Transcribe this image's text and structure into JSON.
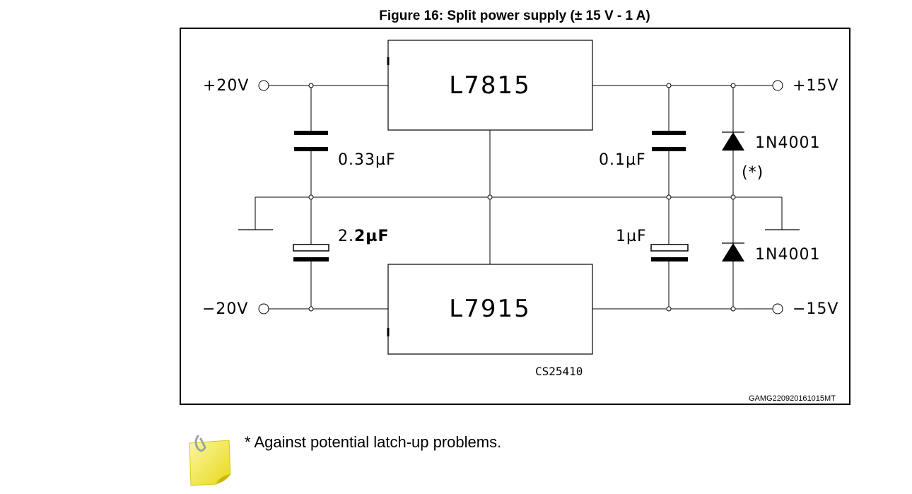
{
  "figure": {
    "title": "Figure 16: Split power supply (± 15 V - 1 A)"
  },
  "circuit": {
    "regulator_top": "L7815",
    "regulator_bottom": "L7915",
    "terminal_in_pos": "+20V",
    "terminal_in_neg": "−20V",
    "terminal_out_pos": "+15V",
    "terminal_out_neg": "−15V",
    "cap_in_top": "0.33µF",
    "cap_in_bottom_prefix": "2.",
    "cap_in_bottom_bold": "2µF",
    "cap_out_top": "0.1µF",
    "cap_out_bottom": "1µF",
    "diode_top": "1N4001",
    "diode_note_mark": "(*)",
    "diode_bottom": "1N4001",
    "drawing_code": "CS25410",
    "figure_code": "GAMG220920161015MT"
  },
  "note": {
    "text": "* Against potential latch-up problems.",
    "icon": "sticky-note-icon"
  }
}
